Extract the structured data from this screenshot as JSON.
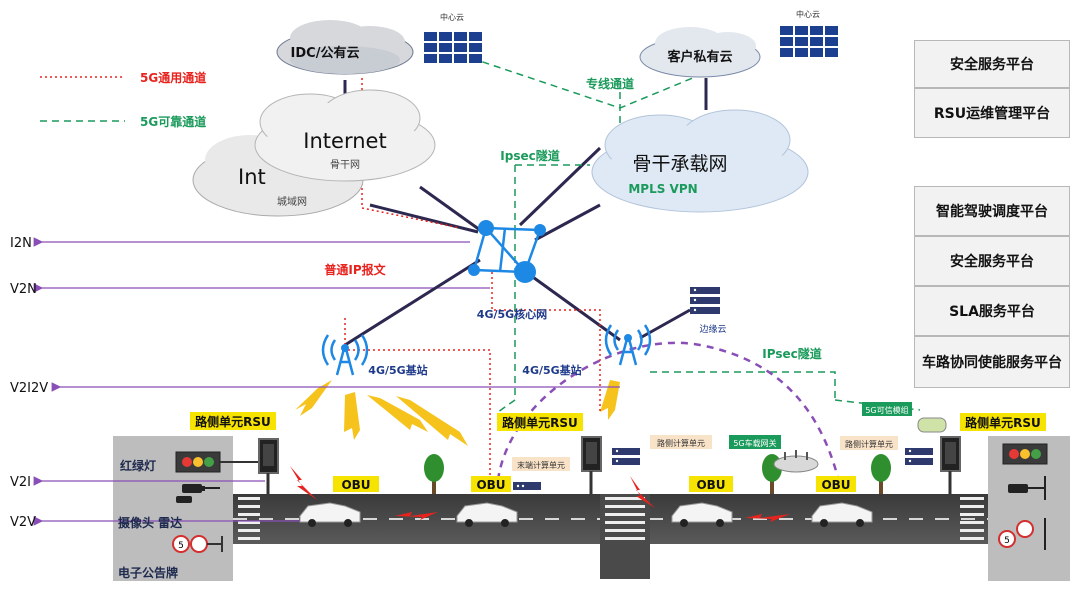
{
  "legend": {
    "general": "5G通用通道",
    "reliable": "5G可靠通道"
  },
  "clouds": {
    "idc": "IDC/公有云",
    "private": "客户私有云",
    "center_small_1": "中心云",
    "center_small_2": "中心云",
    "internet": "Internet",
    "internet_sub": "骨干网",
    "internet_partial": "Int",
    "metro": "城域网",
    "backbone": "骨干承载网",
    "mpls": "MPLS VPN"
  },
  "network_labels": {
    "dedicated_line": "专线通道",
    "ipsec_top": "Ipsec隧道",
    "ordinary_ip": "普通IP报文",
    "core_network": "4G/5G核心网",
    "base_station_left": "4G/5G基站",
    "base_station_right": "4G/5G基站",
    "edge_cloud": "边缘云",
    "ipsec_right": "IPsec隧道"
  },
  "interfaces": [
    "I2N",
    "V2N",
    "V2I2V",
    "V2I",
    "V2V"
  ],
  "platforms_top": [
    "安全服务平台",
    "RSU运维管理平台"
  ],
  "platforms_bottom": [
    "智能驾驶调度平台",
    "安全服务平台",
    "SLA服务平台",
    "车路协同使能服务平台"
  ],
  "road": {
    "rsu_label": "路侧单元RSU",
    "rsu_label_2": "路侧单元RSU",
    "rsu_label_3": "路侧单元RSU",
    "obu": "OBU",
    "traffic_light": "红绿灯",
    "camera_radar": "摄像头 雷达",
    "billboard": "电子公告牌",
    "edge_compute_1": "末端计算单元",
    "edge_compute_2": "路侧计算单元",
    "edge_compute_3": "路侧计算单元",
    "gateway": "5G车载网关",
    "module": "5G可信模组",
    "sign_speed": "5"
  },
  "colors": {
    "red": "#e8231e",
    "green": "#1a9a5b",
    "purple": "#8a4fb6",
    "rsu_yellow": "#f7e300",
    "edge_tag": "#f9e3c8",
    "navy": "#2e3a6e"
  }
}
